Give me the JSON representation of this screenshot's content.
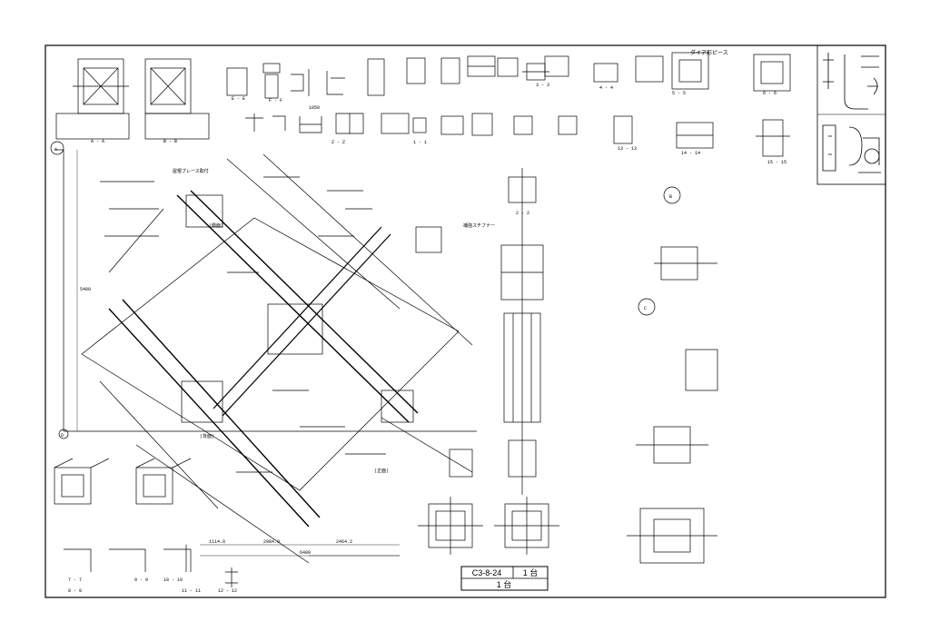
{
  "title_block": {
    "drawing_number": "C3-8-24",
    "quantity_top": "1 台",
    "quantity_bottom": "1 台"
  },
  "section_labels": [
    "A - A",
    "B - B",
    "E - E",
    "F - F",
    "Z - Z",
    "1 - 1",
    "2 - 2",
    "3 - 3",
    "4 - 4",
    "5 - 5",
    "6 - 6",
    "7 - 7",
    "8 - 8",
    "9 - 9",
    "10 - 10",
    "11 - 11",
    "12 - 12",
    "13 - 13",
    "14 - 14",
    "15 - 15"
  ],
  "notes": {
    "diagonal_brace": "ダイア形ピース",
    "roof_brace": "屋根ブレース取付",
    "stiffener": "補強スチフナー",
    "front": "(正面)",
    "side": "(側面)",
    "back": "(背面)"
  },
  "dimensions": {
    "d1": "5400",
    "d2": "2984.9",
    "d3": "1114.8",
    "d4": "2464.2",
    "d5": "1050",
    "d6": "6400"
  },
  "detail_circles": [
    "A",
    "B",
    "C",
    "D"
  ]
}
